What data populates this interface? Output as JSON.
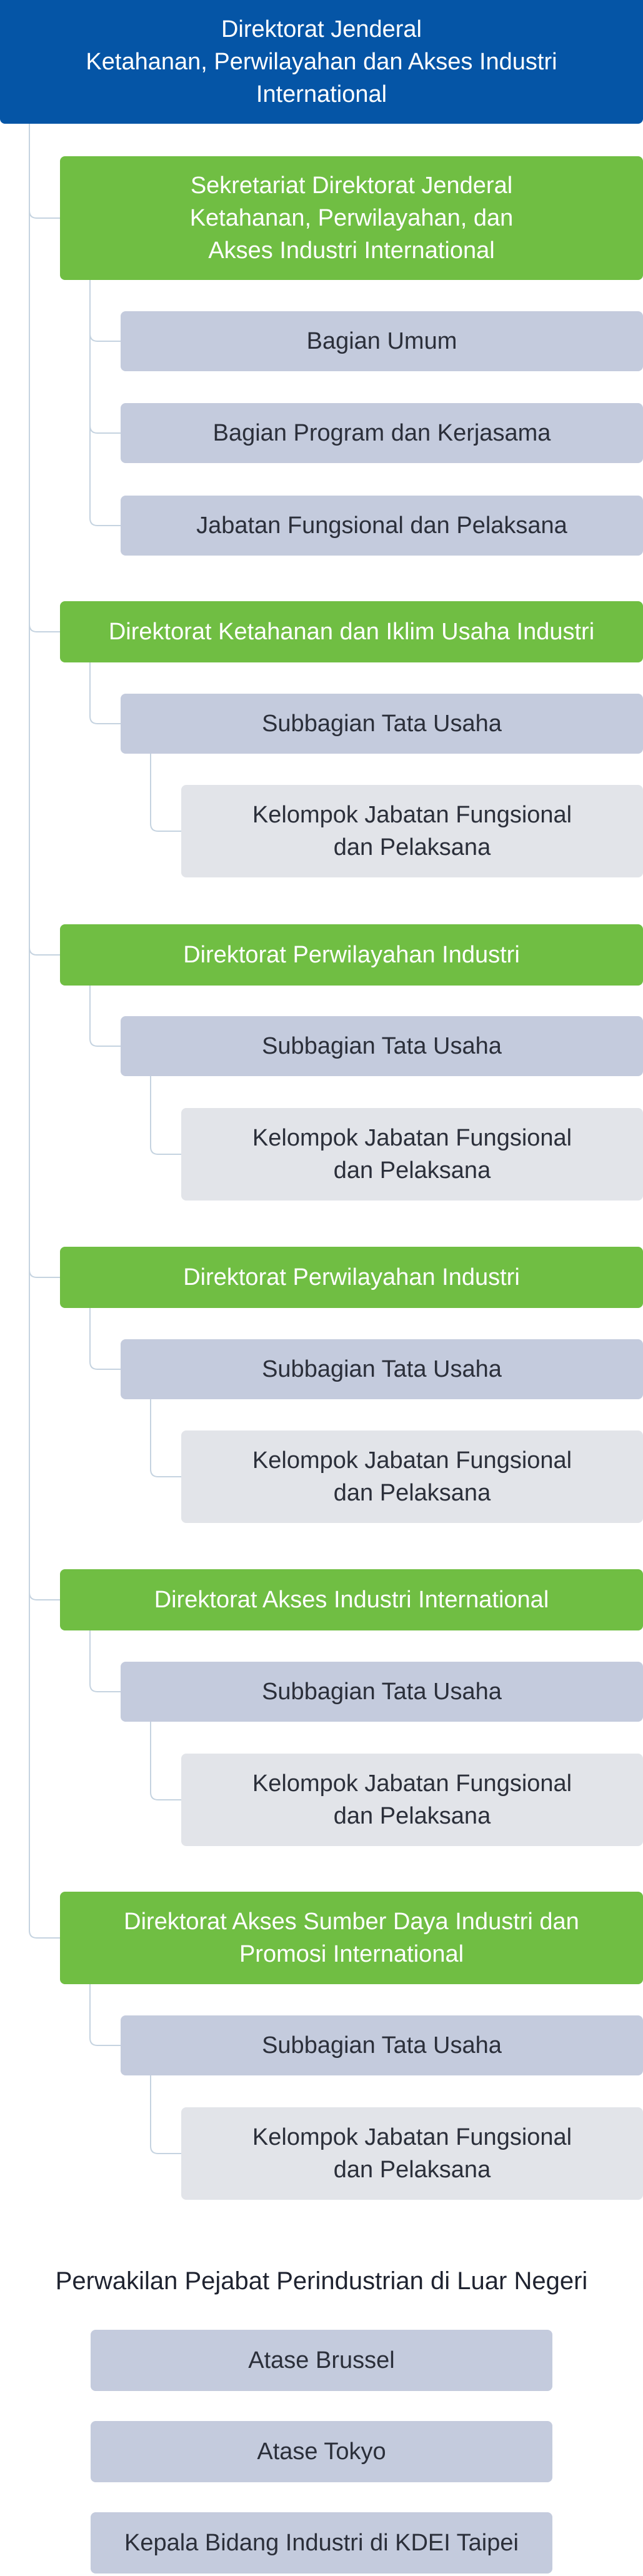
{
  "colors": {
    "root": "#0555a6",
    "directorate": "#70be43",
    "subsection": "#c4cbdd",
    "leaf": "#e2e4e9",
    "connector": "#c5d3e0"
  },
  "root": {
    "label": "Direktorat Jenderal\nKetahanan, Perwilayahan dan Akses Industri\nInternational"
  },
  "secretariat": {
    "label": "Sekretariat Direktorat Jenderal\nKetahanan, Perwilayahan, dan\nAkses Industri International",
    "units": [
      "Bagian Umum",
      "Bagian Program dan Kerjasama",
      "Jabatan Fungsional dan Pelaksana"
    ]
  },
  "directorates": [
    {
      "label": "Direktorat Ketahanan dan Iklim Usaha Industri",
      "sub": "Subbagian Tata Usaha",
      "leaf": "Kelompok Jabatan Fungsional\ndan Pelaksana"
    },
    {
      "label": "Direktorat Perwilayahan Industri",
      "sub": "Subbagian Tata Usaha",
      "leaf": "Kelompok Jabatan Fungsional\ndan Pelaksana"
    },
    {
      "label": "Direktorat Perwilayahan Industri",
      "sub": "Subbagian Tata Usaha",
      "leaf": "Kelompok Jabatan Fungsional\ndan Pelaksana"
    },
    {
      "label": "Direktorat Akses Industri International",
      "sub": "Subbagian Tata Usaha",
      "leaf": "Kelompok Jabatan Fungsional\ndan Pelaksana"
    },
    {
      "label": "Direktorat Akses Sumber Daya Industri dan\nPromosi International",
      "sub": "Subbagian Tata Usaha",
      "leaf": "Kelompok Jabatan Fungsional\ndan Pelaksana"
    }
  ],
  "overseas": {
    "title": "Perwakilan Pejabat Perindustrian di Luar Negeri",
    "items": [
      "Atase Brussel",
      "Atase Tokyo",
      "Kepala Bidang Industri di KDEI Taipei"
    ]
  }
}
